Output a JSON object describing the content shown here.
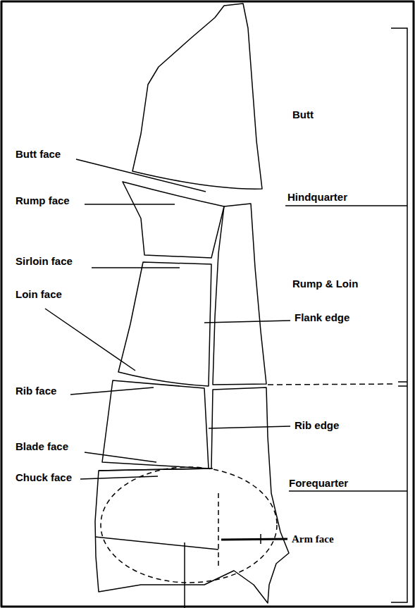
{
  "diagram": {
    "labels": [
      "Butt face",
      "Rump face",
      "Sirloin face",
      "Loin face",
      "Rib face",
      "Blade face",
      "Chuck face",
      "Butt",
      "Hindquarter",
      "Rump & Loin",
      "Flank edge",
      "Rib edge",
      "Forequarter",
      "Arm face"
    ]
  }
}
